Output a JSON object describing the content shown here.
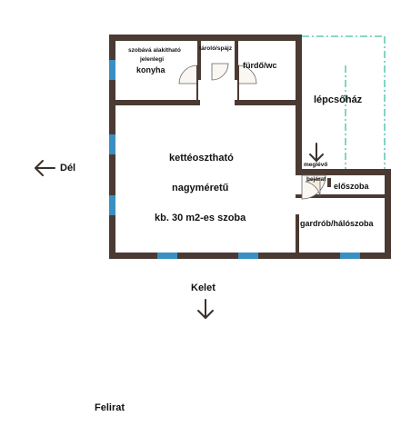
{
  "rooms": {
    "kitchen_line1": "szobává alakítható",
    "kitchen_line2": "jelenlegi",
    "kitchen_line3": "konyha",
    "storage": "tároló/spájz",
    "bathroom": "fürdő/wc",
    "stairwell": "lépcsőház",
    "room_line1": "kettéosztható",
    "room_line2": "nagyméretű",
    "room_line3": "kb. 30 m2-es szoba",
    "entrance_line1": "meglévő",
    "entrance_line2": "bejárat",
    "hallway": "előszoba",
    "dressing": "gardrób/hálószoba"
  },
  "directions": {
    "west_label": "Dél",
    "south_label": "Kelet"
  },
  "caption": "Felirat",
  "colors": {
    "wall": "#4a3a33",
    "window": "#3a8fc2",
    "stair_outline": "#3dbfa5",
    "arrow": "#3a302c"
  }
}
